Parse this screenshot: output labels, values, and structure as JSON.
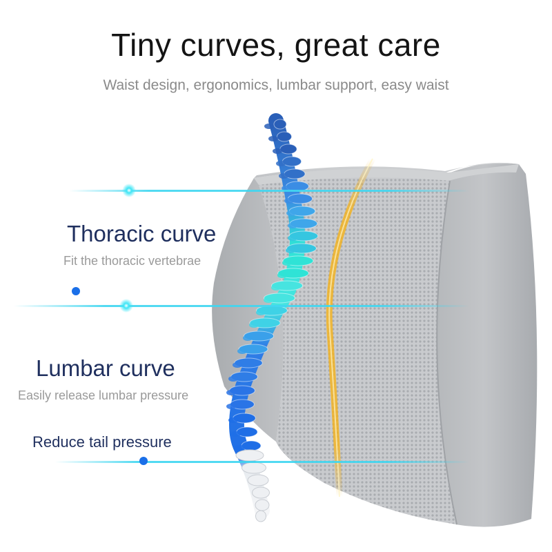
{
  "header": {
    "title": "Tiny curves, great care",
    "subtitle": "Waist design, ergonomics, lumbar support, easy waist"
  },
  "callouts": {
    "thoracic": {
      "heading": "Thoracic curve",
      "description": "Fit the thoracic vertebrae"
    },
    "lumbar": {
      "heading": "Lumbar curve",
      "description": "Easily release lumbar pressure"
    },
    "tail": {
      "label": "Reduce tail pressure"
    }
  },
  "colors": {
    "heading": "#1f2f5e",
    "description": "#9a9a9a",
    "glow_line": "#3fd6f0",
    "dot": "#1a6fe8",
    "cushion": "#b9bcbf",
    "spine_blue": "#2f7de6",
    "spine_cyan": "#2fe3d6",
    "support_glow": "#f4b21d"
  }
}
